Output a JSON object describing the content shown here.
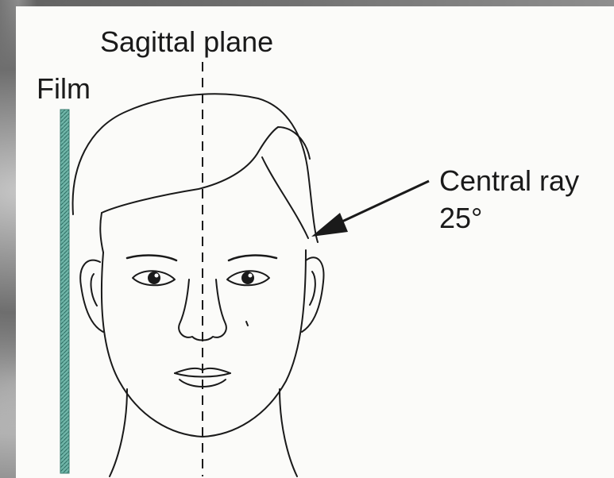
{
  "labels": {
    "sagittal_plane": "Sagittal plane",
    "film": "Film",
    "central_ray": "Central ray",
    "angle": "25°"
  },
  "colors": {
    "film": "#5fa59a",
    "line": "#1a1a1a",
    "panel": "#fbfbf9"
  }
}
